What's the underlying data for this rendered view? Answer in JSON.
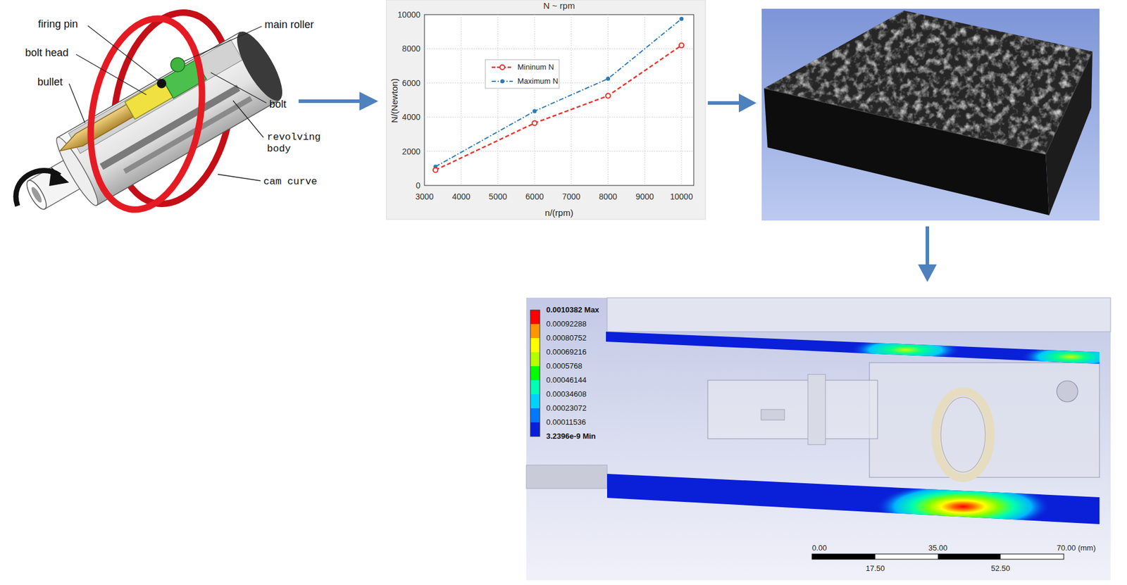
{
  "diagram": {
    "labels": [
      "firing pin",
      "bolt head",
      "bullet",
      "main roller",
      "bolt",
      "revolving body",
      "cam curve",
      "N ~ rpm",
      "N/(Newton)",
      "n/(rpm)",
      "0",
      "2000",
      "4000",
      "6000",
      "8000",
      "10000",
      "3000",
      "4000",
      "5000",
      "6000",
      "7000",
      "8000",
      "9000",
      "10000",
      "0.0010382 Max",
      "0.00092288",
      "0.00080752",
      "0.00069216",
      "0.0005768",
      "0.00046144",
      "0.00034608",
      "0.00023072",
      "0.00011536",
      "3.2396e-9 Min",
      "0.00",
      "35.00",
      "70.00 (mm)",
      "17.50",
      "52.50"
    ],
    "legend": [
      {
        "text": "Mininum N"
      },
      {
        "text": "Maximum N"
      }
    ]
  }
}
